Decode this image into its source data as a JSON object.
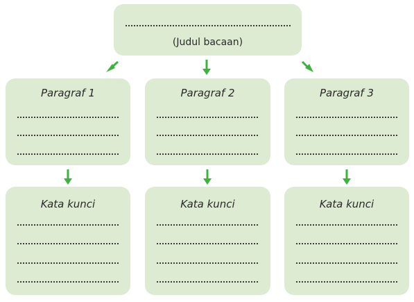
{
  "title_box": {
    "caption": "(Judul bacaan)"
  },
  "paragraphs": [
    {
      "heading": "Paragraf 1",
      "keyword_heading": "Kata kunci"
    },
    {
      "heading": "Paragraf 2",
      "keyword_heading": "Kata kunci"
    },
    {
      "heading": "Paragraf 3",
      "keyword_heading": "Kata kunci"
    }
  ],
  "colors": {
    "box_fill": "#dcebd1",
    "arrow": "#3cb43c",
    "dots": "#3a3a3a"
  }
}
